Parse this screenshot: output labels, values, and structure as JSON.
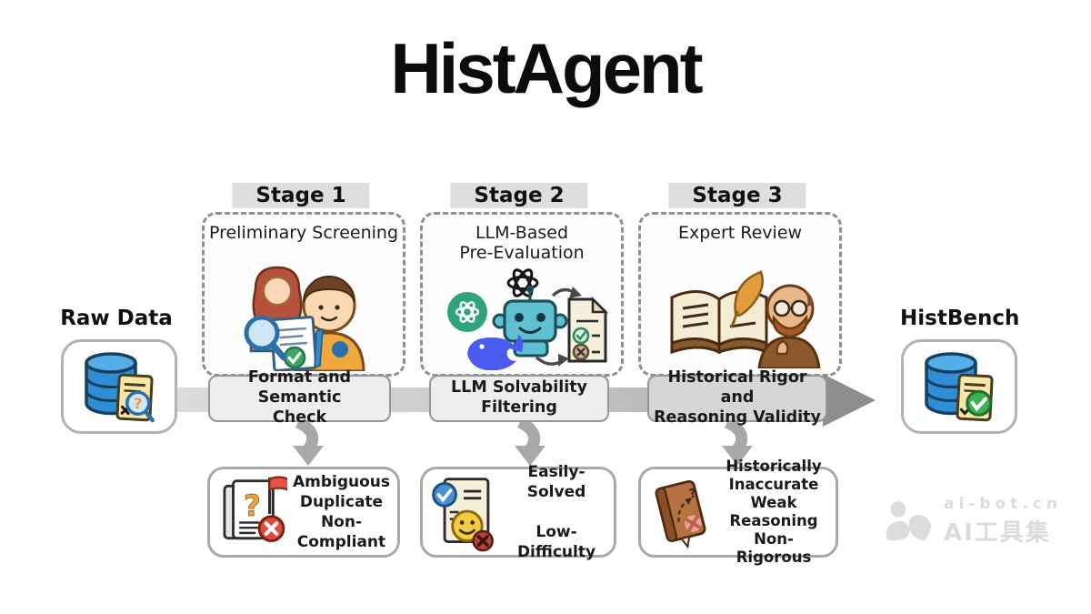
{
  "title": "HistAgent",
  "source": {
    "label": "Raw Data",
    "icon": "database-question-icon"
  },
  "output": {
    "label": "HistBench",
    "icon": "database-check-icon"
  },
  "stages": [
    {
      "header": "Stage 1",
      "subtitle": "Preliminary Screening",
      "icon": "reviewers-magnifier-icon",
      "filter": "Format and Semantic\nCheck",
      "rejected": {
        "icon": "flagged-documents-icon",
        "lines": [
          "Ambiguous",
          "Duplicate",
          "Non-Compliant"
        ]
      }
    },
    {
      "header": "Stage 2",
      "subtitle": "LLM-Based\nPre-Evaluation",
      "icon": "llm-robot-evaluation-icon",
      "filter": "LLM Solvability\nFiltering",
      "rejected": {
        "icon": "solved-document-smiley-icon",
        "lines": [
          "Easily-Solved",
          "Low-Difficulty"
        ]
      }
    },
    {
      "header": "Stage 3",
      "subtitle": "Expert Review",
      "icon": "expert-book-quill-icon",
      "filter": "Historical Rigor and\nReasoning Validity",
      "rejected": {
        "icon": "history-book-rejected-icon",
        "lines": [
          "Historically",
          "Inaccurate",
          "Weak Reasoning",
          "Non-Rigorous"
        ]
      }
    }
  ],
  "watermark": {
    "line1": "ai-bot.cn",
    "line2": "AI工具集",
    "logo_icon": "ai-bot-logo-icon"
  },
  "colors": {
    "band_gray": "#c9c9c9",
    "band_arrowhead": "#8f8f8f",
    "stage_header_bg": "#dedede",
    "filter_box_bg": "#ededed",
    "filter_box3_bg": "#d6d6d6",
    "dashed_border": "#8f8f8f",
    "database_blue": "#2e8fd6",
    "document_yellow": "#f6e6ab",
    "check_green": "#3cb34e",
    "reject_red": "#e04b3a",
    "openai_green": "#2fa27e",
    "deepseek_blue": "#4a5cf0",
    "robot_teal": "#5fc0d2",
    "shirt_orange": "#f0a83c",
    "book_brown": "#b5713f"
  }
}
